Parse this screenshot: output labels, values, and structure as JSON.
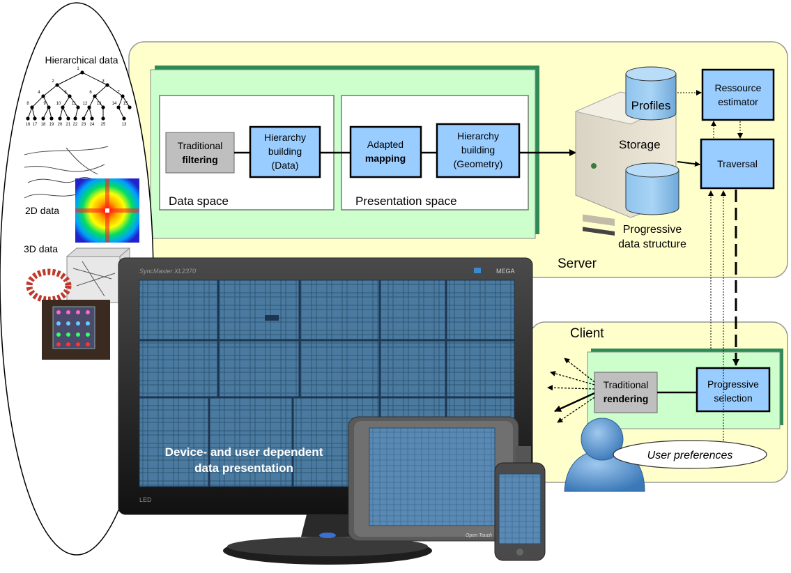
{
  "data_types": {
    "hierarchical": "Hierarchical data",
    "two_d": "2D data",
    "three_d": "3D data",
    "tree_labels": [
      "1",
      "2",
      "3",
      "4",
      "5",
      "6",
      "7",
      "8",
      "9",
      "10",
      "11",
      "12",
      "13",
      "14",
      "15",
      "16",
      "17",
      "18",
      "19",
      "20",
      "21",
      "22",
      "23",
      "24",
      "25",
      "13",
      "14"
    ]
  },
  "pipeline": {
    "data_space_label": "Data space",
    "presentation_space_label": "Presentation space",
    "filter_line1": "Traditional",
    "filter_line2": "filtering",
    "hb_data_line1": "Hierarchy",
    "hb_data_line2": "building",
    "hb_data_line3": "(Data)",
    "mapping_line1": "Adapted",
    "mapping_line2": "mapping",
    "hb_geo_line1": "Hierarchy",
    "hb_geo_line2": "building",
    "hb_geo_line3": "(Geometry)"
  },
  "server": {
    "label": "Server",
    "storage": "Storage",
    "profiles": "Profiles",
    "progressive_line1": "Progressive",
    "progressive_line2": "data structure",
    "estimator_line1": "Ressource",
    "estimator_line2": "estimator",
    "traversal": "Traversal"
  },
  "client": {
    "label": "Client",
    "render_line1": "Traditional",
    "render_line2": "rendering",
    "selection_line1": "Progressive",
    "selection_line2": "selection",
    "user_prefs": "User preferences"
  },
  "devices": {
    "caption_line1": "Device- and user dependent",
    "caption_line2": "data presentation",
    "monitor_brand": "SyncMaster XL2370",
    "monitor_logo": "MEGA",
    "monitor_sub": "LED",
    "tablet_brand": "Open Touch"
  },
  "colors": {
    "server_bg": "#ffffcc",
    "pipeline_bg": "#ccffcc",
    "pipeline_shadow": "#2e8b57",
    "box_blue": "#99ccff",
    "box_gray": "#bfbfbf",
    "treemap": "#3f6f95"
  }
}
